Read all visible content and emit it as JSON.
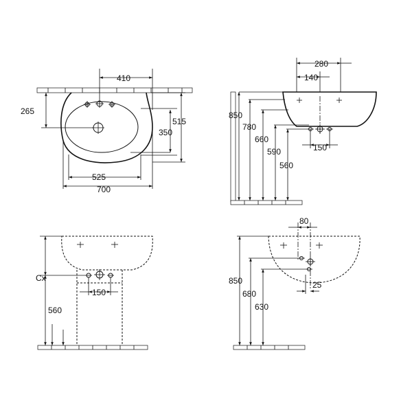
{
  "views": {
    "top": {
      "dims": {
        "w_tap": "410",
        "h_depth_back": "265",
        "h_total": "515",
        "h_bowl": "350",
        "w_inner": "525",
        "w_total": "700"
      }
    },
    "side_right": {
      "dims": {
        "w_280": "280",
        "w_140": "140",
        "h_850": "850",
        "h_780": "780",
        "h_660": "660",
        "h_590": "590",
        "h_560": "560",
        "w_150": "150"
      }
    },
    "front_pedestal": {
      "dims": {
        "h_cx": "Cx",
        "w_150": "150",
        "h_560": "560"
      }
    },
    "front_wall": {
      "dims": {
        "w_80": "80",
        "h_850": "850",
        "h_680": "680",
        "h_630": "630",
        "w_25": "25"
      }
    }
  }
}
